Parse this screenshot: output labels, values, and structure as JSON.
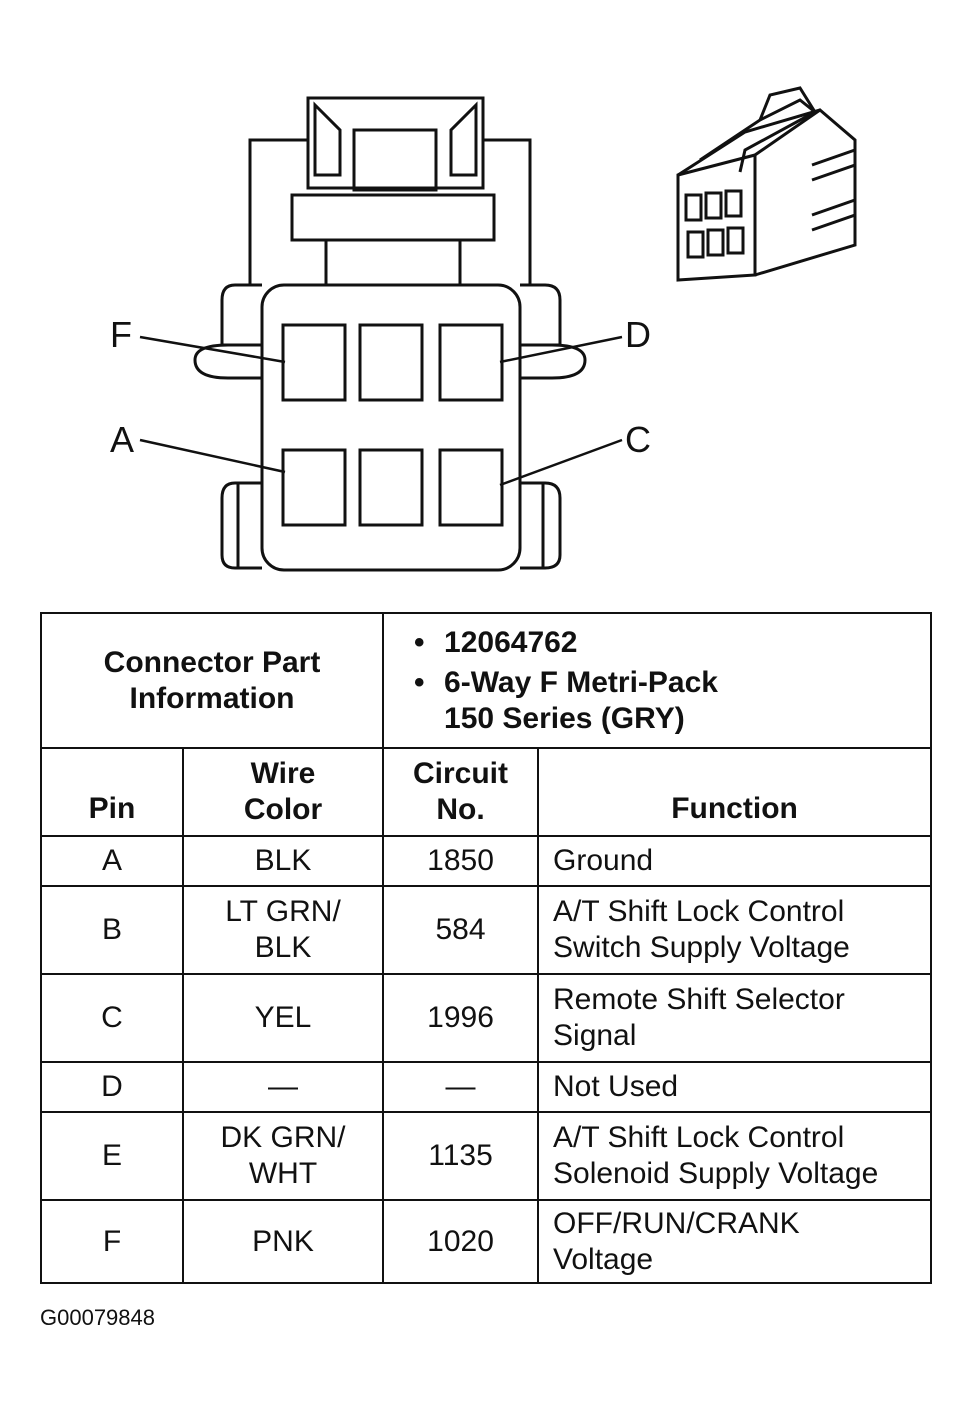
{
  "connector_labels": {
    "F": "F",
    "D": "D",
    "A": "A",
    "C": "C"
  },
  "part_info": {
    "title": "Connector Part Information",
    "items": [
      "12064762",
      "6-Way F Metri-Pack\n150 Series (GRY)"
    ]
  },
  "table": {
    "headers": {
      "pin": "Pin",
      "wire_color": "Wire Color",
      "circuit": "Circuit No.",
      "function": "Function"
    },
    "rows": [
      {
        "pin": "A",
        "wire_color": "BLK",
        "circuit": "1850",
        "function": "Ground"
      },
      {
        "pin": "B",
        "wire_color": "LT GRN/\nBLK",
        "circuit": "584",
        "function": "A/T Shift Lock Control\nSwitch Supply Voltage"
      },
      {
        "pin": "C",
        "wire_color": "YEL",
        "circuit": "1996",
        "function": "Remote Shift Selector\nSignal"
      },
      {
        "pin": "D",
        "wire_color": "—",
        "circuit": "—",
        "function": "Not Used"
      },
      {
        "pin": "E",
        "wire_color": "DK GRN/\nWHT",
        "circuit": "1135",
        "function": "A/T Shift Lock Control\nSolenoid Supply Voltage"
      },
      {
        "pin": "F",
        "wire_color": "PNK",
        "circuit": "1020",
        "function": "OFF/RUN/CRANK\nVoltage"
      }
    ]
  },
  "figure_id": "G00079848"
}
